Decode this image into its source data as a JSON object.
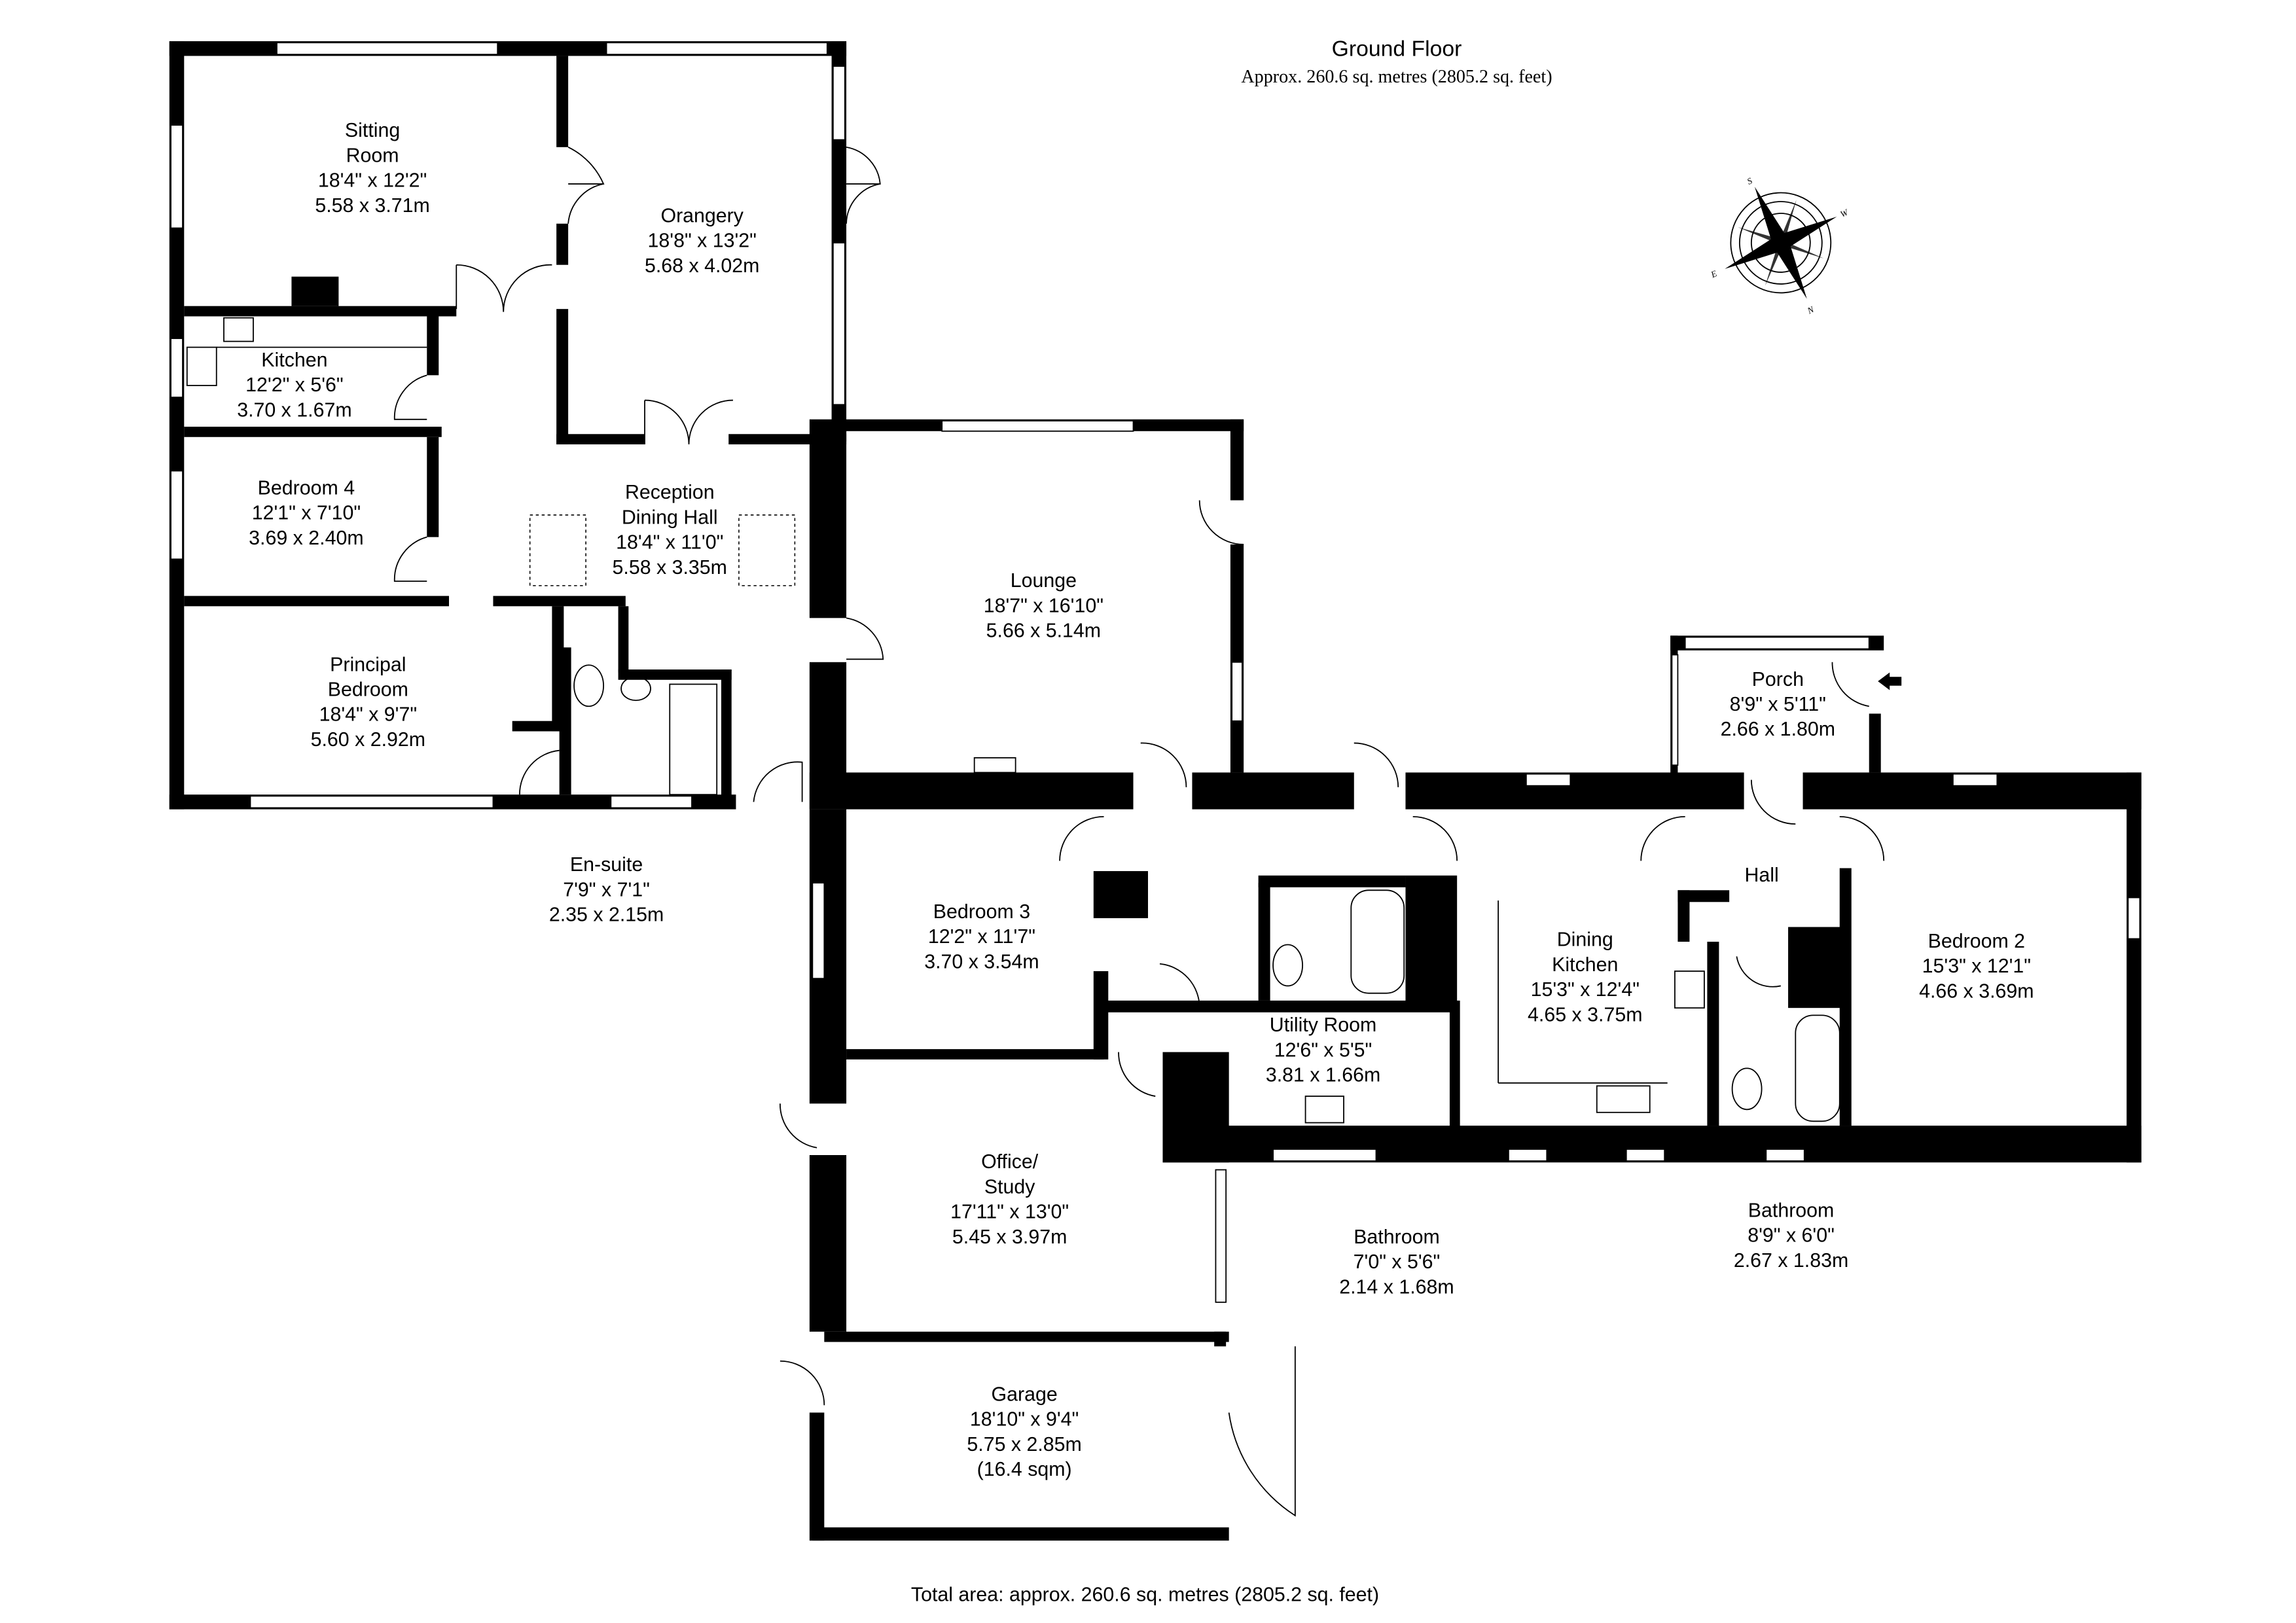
{
  "header": {
    "title": "Ground Floor",
    "subtitle": "Approx. 260.6 sq. metres (2805.2 sq. feet)"
  },
  "footer": {
    "total_area": "Total area: approx. 260.6 sq. metres (2805.2 sq. feet)"
  },
  "compass": {
    "labels": [
      "N",
      "S",
      "E",
      "W"
    ]
  },
  "rooms": [
    {
      "id": "sitting-room",
      "lines": [
        "Sitting",
        "Room",
        "18'4\" x 12'2\"",
        "5.58 x 3.71m"
      ]
    },
    {
      "id": "orangery",
      "lines": [
        "Orangery",
        "18'8\" x 13'2\"",
        "5.68 x 4.02m"
      ]
    },
    {
      "id": "kitchen",
      "lines": [
        "Kitchen",
        "12'2\" x 5'6\"",
        "3.70 x 1.67m"
      ]
    },
    {
      "id": "bedroom-4",
      "lines": [
        "Bedroom 4",
        "12'1\" x 7'10\"",
        "3.69 x 2.40m"
      ]
    },
    {
      "id": "reception-dining-hall",
      "lines": [
        "Reception",
        "Dining Hall",
        "18'4\" x 11'0\"",
        "5.58 x 3.35m"
      ]
    },
    {
      "id": "principal-bedroom",
      "lines": [
        "Principal",
        "Bedroom",
        "18'4\" x 9'7\"",
        "5.60 x 2.92m"
      ]
    },
    {
      "id": "en-suite",
      "lines": [
        "En-suite",
        "7'9\" x 7'1\"",
        "2.35 x 2.15m"
      ]
    },
    {
      "id": "lounge",
      "lines": [
        "Lounge",
        "18'7\" x 16'10\"",
        "5.66 x 5.14m"
      ]
    },
    {
      "id": "porch",
      "lines": [
        "Porch",
        "8'9\" x 5'11\"",
        "2.66 x 1.80m"
      ]
    },
    {
      "id": "hall",
      "lines": [
        "Hall"
      ]
    },
    {
      "id": "bedroom-3",
      "lines": [
        "Bedroom 3",
        "12'2\" x 11'7\"",
        "3.70 x 3.54m"
      ]
    },
    {
      "id": "dining-kitchen",
      "lines": [
        "Dining",
        "Kitchen",
        "15'3\" x 12'4\"",
        "4.65 x 3.75m"
      ]
    },
    {
      "id": "bedroom-2",
      "lines": [
        "Bedroom 2",
        "15'3\" x 12'1\"",
        "4.66 x 3.69m"
      ]
    },
    {
      "id": "utility-room",
      "lines": [
        "Utility Room",
        "12'6\" x 5'5\"",
        "3.81 x 1.66m"
      ]
    },
    {
      "id": "office-study",
      "lines": [
        "Office/",
        "Study",
        "17'11\" x 13'0\"",
        "5.45 x 3.97m"
      ]
    },
    {
      "id": "bathroom-1",
      "lines": [
        "Bathroom",
        "7'0\" x 5'6\"",
        "2.14 x 1.68m"
      ]
    },
    {
      "id": "bathroom-2",
      "lines": [
        "Bathroom",
        "8'9\" x 6'0\"",
        "2.67 x 1.83m"
      ]
    },
    {
      "id": "garage",
      "lines": [
        "Garage",
        "18'10\" x 9'4\"",
        "5.75 x 2.85m",
        "(16.4 sqm)"
      ]
    }
  ]
}
